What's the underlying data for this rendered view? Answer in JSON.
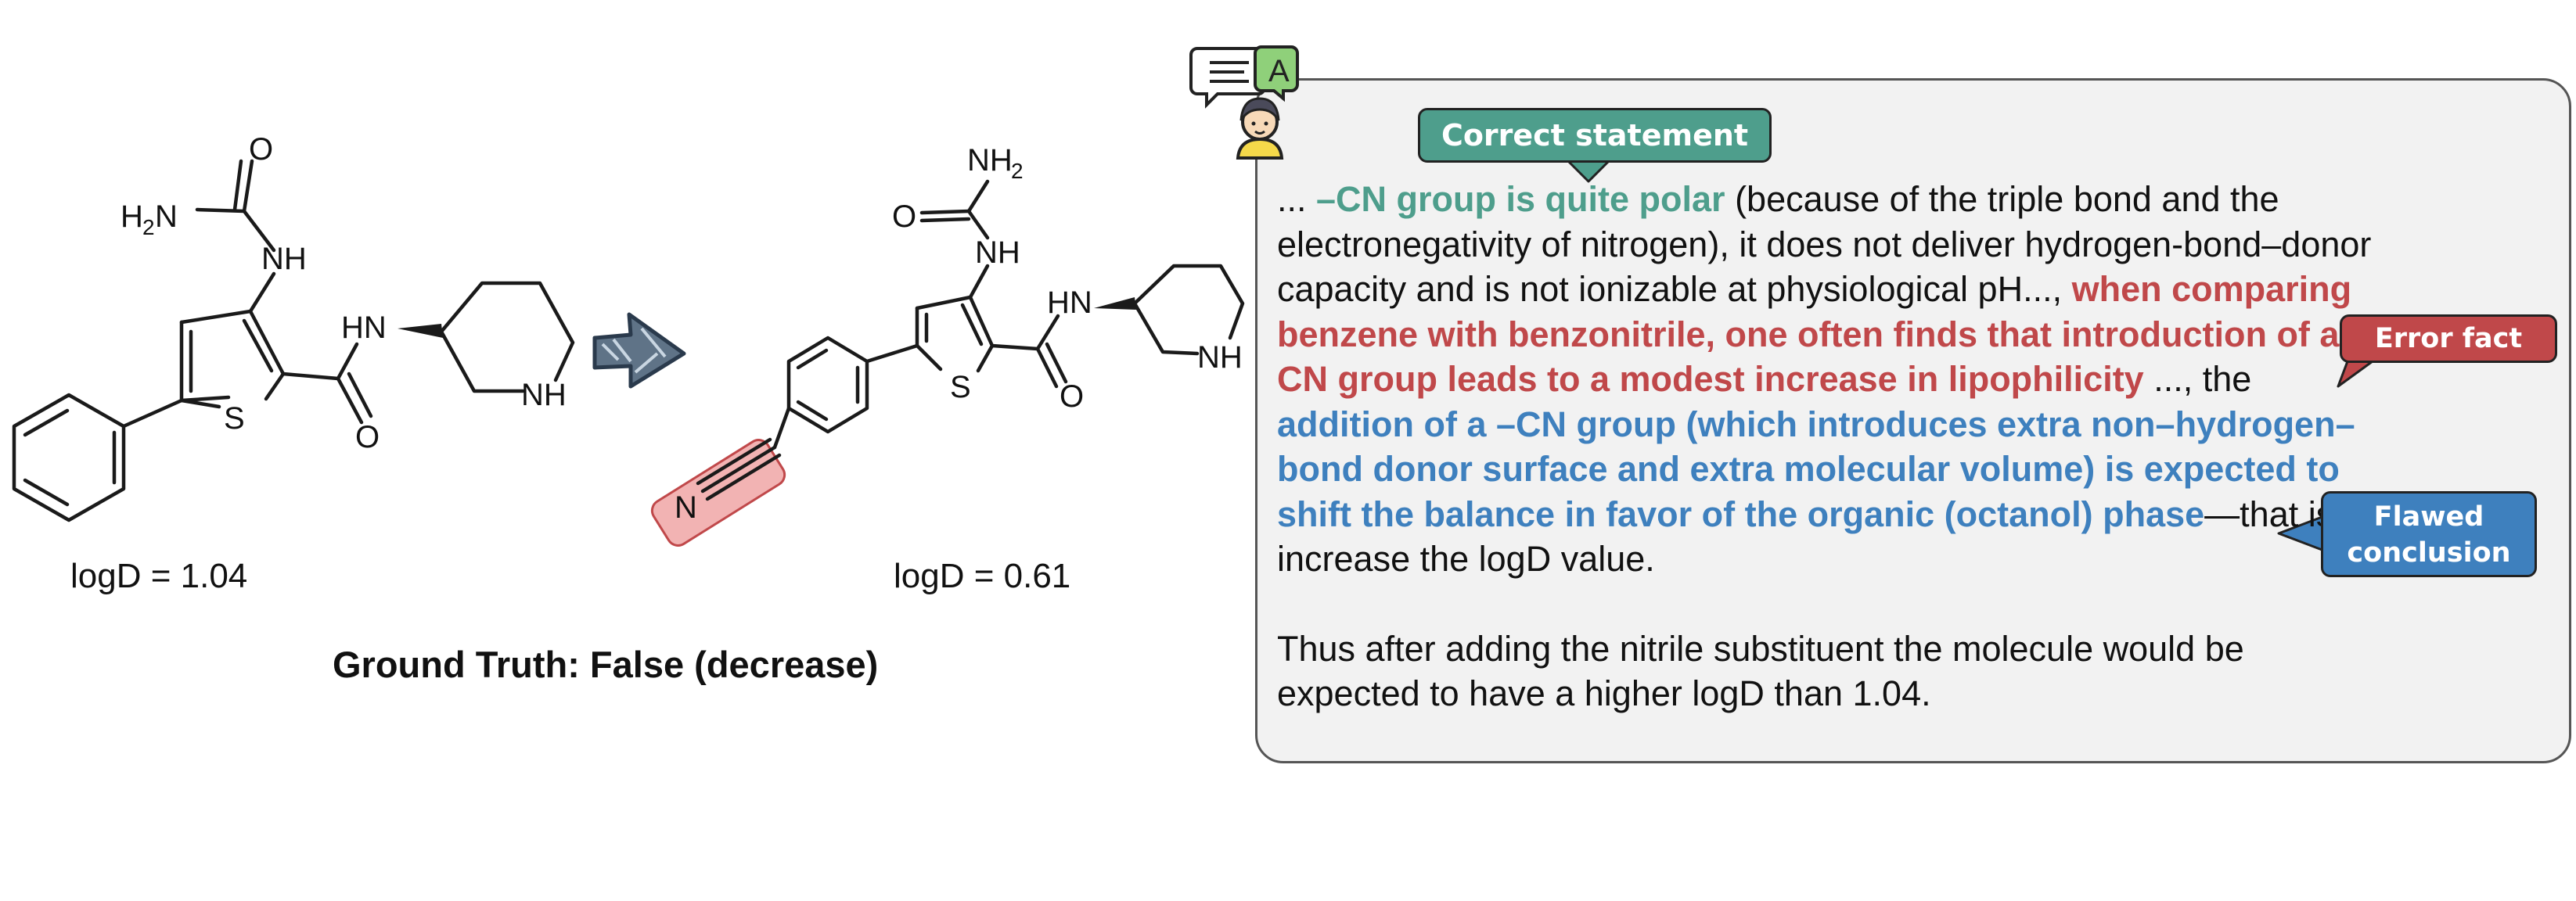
{
  "molecules": {
    "left": {
      "logd_label": "logD = 1.04",
      "atoms": {
        "o_top": "O",
        "h2n": "H",
        "h2n_sub": "2",
        "h2n_n": "N",
        "nh_urea": "NH",
        "hn_amide": "HN",
        "s": "S",
        "o_amide": "O",
        "nh_ring": "NH"
      }
    },
    "right": {
      "logd_label": "logD = 0.61",
      "atoms": {
        "nh2": "NH",
        "nh2_sub": "2",
        "o_urea": "O",
        "nh_urea": "NH",
        "hn_amide": "HN",
        "s": "S",
        "o_amide": "O",
        "nh_ring": "NH",
        "n_nitrile": "N"
      }
    },
    "highlight_color": "#f2b3b3"
  },
  "ground_truth": "Ground Truth: False (decrease)",
  "avatar": {
    "speech_icon_letter": "A"
  },
  "answer": {
    "p1": [
      {
        "text": "... ",
        "style": "plain"
      },
      {
        "text": "–CN group is quite polar",
        "style": "green"
      },
      {
        "text": " (because of the triple bond and the electronegativity of nitrogen), it does not deliver hydrogen-bond–donor capacity and is not ionizable at physiological pH..., ",
        "style": "plain"
      },
      {
        "text": "when comparing benzene with benzonitrile, one often finds that introduction of a –CN group leads to a modest increase in lipophilicity",
        "style": "red"
      },
      {
        "text": " ..., the ",
        "style": "plain"
      },
      {
        "text": "addition of a –CN group (which introduces extra non–hydrogen–bond donor surface and extra molecular volume) is expected to shift the balance in favor of the organic (octanol) phase",
        "style": "blue"
      },
      {
        "text": "—that is, to increase the logD value.",
        "style": "plain"
      }
    ],
    "p2": "Thus after adding the nitrile substituent the molecule would be expected to have a higher logD than 1.04."
  },
  "tags": {
    "correct": "Correct statement",
    "error": "Error fact",
    "flawed_line1": "Flawed",
    "flawed_line2": "conclusion"
  },
  "colors": {
    "green": "#4e9e8c",
    "red": "#c0484a",
    "blue": "#3e80be",
    "panel_bg": "#f2f2f2"
  }
}
